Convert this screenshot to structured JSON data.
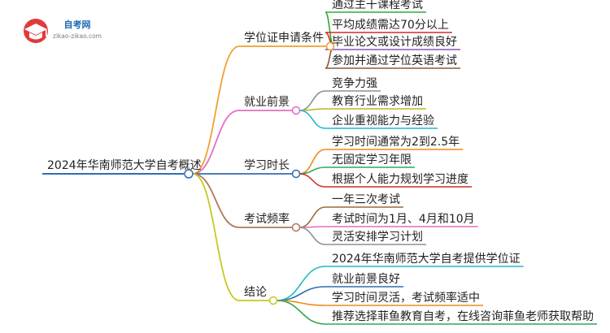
{
  "logo": {
    "name": "自考网",
    "url": "zikao-zikao.com"
  },
  "root": {
    "label": "2024年华南师范大学自考概述",
    "color": "#2f6db5"
  },
  "branches": [
    {
      "label": "学位证申请条件",
      "color": "#f0a030",
      "children": [
        {
          "label": "通过主干课程考试",
          "color": "#33aa33"
        },
        {
          "label": "平均成绩需达70分以上",
          "color": "#d42a2a"
        },
        {
          "label": "毕业论文或设计成绩良好",
          "color": "#8a55b3"
        },
        {
          "label": "参加并通过学位英语考试",
          "color": "#8a5a3a"
        }
      ]
    },
    {
      "label": "就业前景",
      "color": "#e56cbf",
      "children": [
        {
          "label": "竞争力强",
          "color": "#909090"
        },
        {
          "label": "教育行业需求增加",
          "color": "#b8b820"
        },
        {
          "label": "企业重视能力与经验",
          "color": "#20b8c8"
        }
      ]
    },
    {
      "label": "学习时长",
      "color": "#2f6db5",
      "children": [
        {
          "label": "学习时间通常为2到2.5年",
          "color": "#ee8a1a"
        },
        {
          "label": "无固定学习年限",
          "color": "#2fa84f"
        },
        {
          "label": "根据个人能力规划学习进度",
          "color": "#d42a2a"
        }
      ]
    },
    {
      "label": "考试频率",
      "color": "#b07a55",
      "children": [
        {
          "label": "一年三次考试",
          "color": "#9a6a3a"
        },
        {
          "label": "考试时间为1月、4月和10月",
          "color": "#e56cbf"
        },
        {
          "label": "灵活安排学习计划",
          "color": "#909090"
        }
      ]
    },
    {
      "label": "结论",
      "color": "#c8c820",
      "children": [
        {
          "label": "2024年华南师范大学自考提供学位证",
          "color": "#20b8c8"
        },
        {
          "label": "就业前景良好",
          "color": "#2f6db5"
        },
        {
          "label": "学习时间灵活，考试频率适中",
          "color": "#ee8a1a"
        },
        {
          "label": "推荐选择菲鱼教育自考，在线咨询菲鱼老师获取帮助",
          "color": "#2fa84f"
        }
      ]
    }
  ]
}
